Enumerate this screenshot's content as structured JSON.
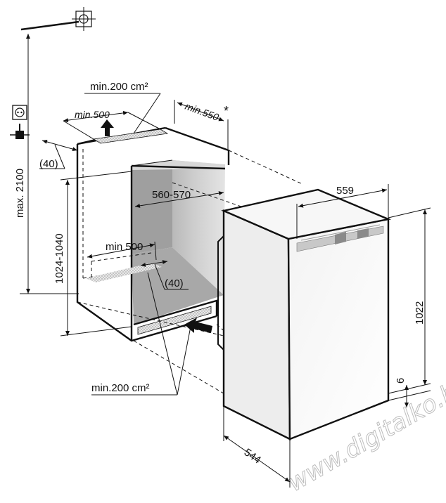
{
  "labels": {
    "top_vent_area": "min.200 cm²",
    "top_vent_width": "min.500",
    "depth_min": "min.550",
    "depth_asterisk": "*",
    "top_offset": "(40)",
    "max_height": "max. 2100",
    "niche_height": "1024-1040",
    "inner_width": "560-570",
    "bottom_vent_width": "min 500",
    "bottom_offset": "(40)",
    "bottom_vent_area": "min.200 cm²",
    "appliance_width": "559",
    "appliance_height": "1022",
    "gap": "6",
    "appliance_depth": "544"
  },
  "watermark": "www.digitalko.hu",
  "icons": [
    "socket-icon",
    "plug-icon",
    "water-connection-icon"
  ]
}
